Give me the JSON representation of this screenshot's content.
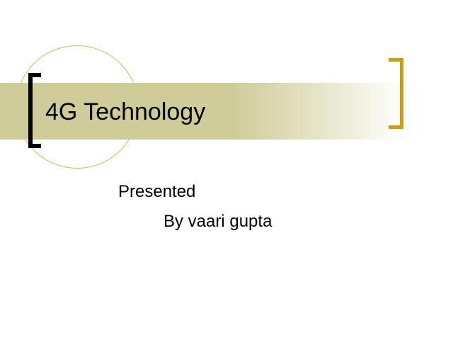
{
  "slide": {
    "title": "4G Technology",
    "subtitle_line1": "Presented",
    "subtitle_line2": "By vaari gupta"
  },
  "colors": {
    "band": "#cfcc9a",
    "circle_outline": "#d9b55a",
    "bracket_left": "#000000",
    "bracket_right": "#d19d0e",
    "background": "#ffffff"
  }
}
